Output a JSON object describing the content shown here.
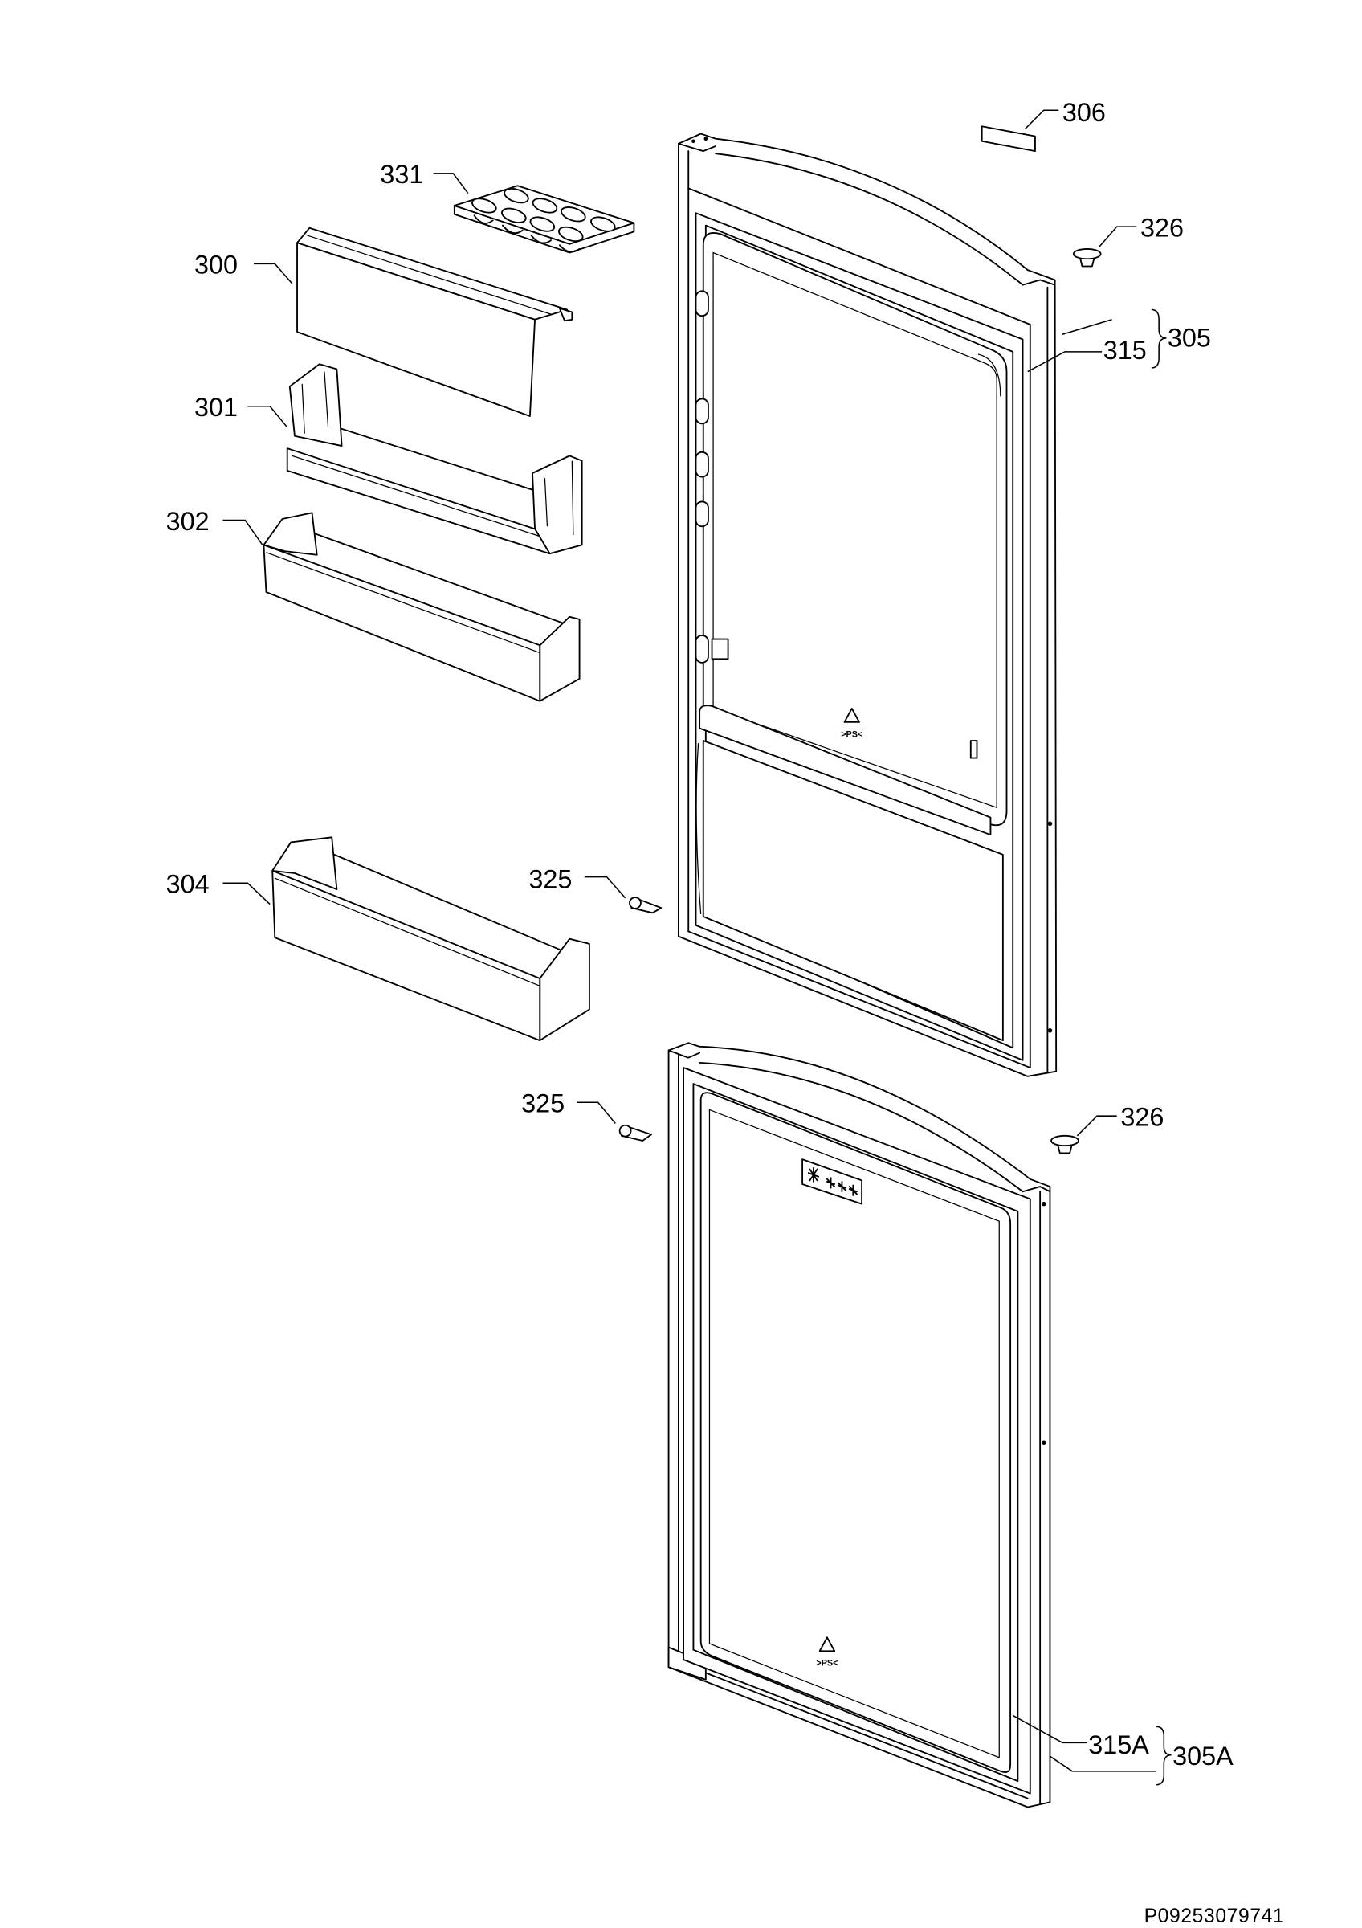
{
  "callouts": {
    "c306": "306",
    "c331": "331",
    "c326_upper": "326",
    "c300": "300",
    "c315": "315",
    "c305": "305",
    "c301": "301",
    "c302": "302",
    "c325_upper": "325",
    "c304": "304",
    "c325_lower": "325",
    "c326_lower": "326",
    "c315a": "315A",
    "c305a": "305A"
  },
  "material_marking": ">PS<",
  "freezer_rating_icon": "four-star-freezer-icon",
  "recycle_icon": "recycling-triangle-icon",
  "drawing_number": "P09253079741",
  "colors": {
    "line": "#000000",
    "background": "#ffffff"
  }
}
